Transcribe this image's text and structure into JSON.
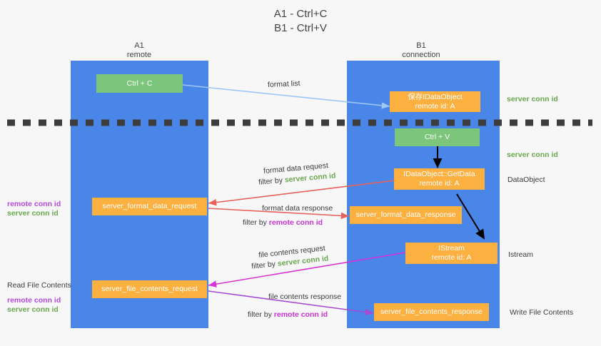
{
  "title": {
    "line1": "A1 - Ctrl+C",
    "line2": "B1 - Ctrl+V"
  },
  "columns": [
    {
      "name": "A1",
      "sub": "remote"
    },
    {
      "name": "B1",
      "sub": "connection"
    }
  ],
  "nodes": {
    "ctrl_c": {
      "label": "Ctrl + C"
    },
    "ctrl_v": {
      "label": "Ctrl + V"
    },
    "save_idataobject": {
      "line1": "保存IDataObject",
      "line2": "remote id: A"
    },
    "getdata": {
      "line1": "IDataObject::GetData",
      "line2": "remote id: A"
    },
    "istream": {
      "line1": "IStream",
      "line2": "remote id: A"
    },
    "server_format_data_request": {
      "label": "server_format_data_request"
    },
    "server_format_data_response": {
      "label": "server_format_data_response"
    },
    "server_file_contents_request": {
      "label": "server_file_contents_request"
    },
    "server_file_contents_response": {
      "label": "server_file_contents_response"
    }
  },
  "edge_labels": {
    "format_list": "format list",
    "format_data_request": "format data request",
    "format_data_request_filter_prefix": "filter by ",
    "format_data_request_filter_value": "server conn id",
    "format_data_response": "format data response",
    "format_data_response_filter_prefix": "filter by ",
    "format_data_response_filter_value": "remote conn id",
    "file_contents_request": "file contents request",
    "file_contents_request_filter_prefix": "filter by ",
    "file_contents_request_filter_value": "server conn id",
    "file_contents_response": "file contents response",
    "file_contents_response_filter_prefix": "filter by ",
    "file_contents_response_filter_value": "remote conn id"
  },
  "annotations": {
    "right_server_conn_id_top": "server conn id",
    "right_server_conn_id_mid": "server conn id",
    "right_dataobject": "DataObject",
    "right_istream": "Istream",
    "right_write_file_contents": "Write File Contents",
    "left_remote_conn_id_1": "remote conn id",
    "left_server_conn_id_1": "server conn id",
    "left_read_file_contents": "Read File Contents",
    "left_remote_conn_id_2": "remote conn id",
    "left_server_conn_id_2": "server conn id"
  },
  "colors": {
    "lane": "#4a86e8",
    "green_box": "#7bc67b",
    "orange_box": "#fcb040",
    "green_text": "#6aa84f",
    "purple_text": "#b44adf",
    "magenta_text": "#c832d2",
    "red_arrow": "#e8615a",
    "magenta_arrow": "#d633d6",
    "purple_arrow": "#a64ad4",
    "blue_arrow": "#9fc5f8",
    "black_arrow": "#000000",
    "background": "#f7f7f7"
  }
}
